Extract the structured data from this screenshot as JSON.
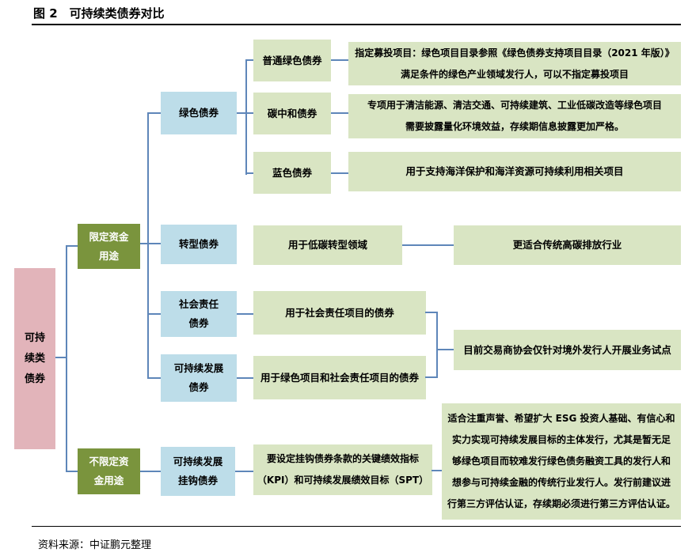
{
  "figure": {
    "title": "图 2　可持续类债券对比",
    "source": "资料来源：中证鹏元整理"
  },
  "colors": {
    "root_box": "#e2b4ba",
    "category_box": "#7a943d",
    "bond_type_box": "#bddde9",
    "detail_box": "#d9e5c3",
    "connector": "#5e86b9"
  },
  "nodes": {
    "root": "可持\n续类\n债券",
    "limited_use": "限定资金\n用途",
    "unlimited_use": "不限定资\n金用途",
    "green_bond": "绿色债券",
    "ordinary_green_bond": "普通绿色债券",
    "carbon_neutral_bond": "碳中和债券",
    "blue_bond": "蓝色债券",
    "transition_bond": "转型债券",
    "social_bond": "社会责任\n债券",
    "sustainability_bond": "可持续发展\n债券",
    "slb_bond": "可持续发展\n挂钩债券",
    "desc_ordinary_green": "指定募投项目：绿色项目目录参照《绿色债券支持项目目录（2021 年版）》\n满足条件的绿色产业领域发行人，可以不指定募投项目",
    "desc_carbon_neutral": "专项用于清洁能源、清洁交通、可持续建筑、工业低碳改造等绿色项目\n需要披露量化环境效益，存续期信息披露更加严格。",
    "desc_blue": "用于支持海洋保护和海洋资源可持续利用相关项目",
    "desc_transition": "用于低碳转型领域",
    "desc_transition_more": "更适合传统高碳排放行业",
    "desc_social": "用于社会责任项目的债券",
    "desc_sustainability": "用于绿色项目和社会责任项目的债券",
    "desc_pilot": "目前交易商协会仅针对境外发行人开展业务试点",
    "desc_slb": "要设定挂钩债券条款的关键绩效指标\n（KPI）和可持续发展绩效目标（SPT）",
    "desc_slb_suit": "适合注重声誉、希望扩大 ESG 投资人基础、有信心和\n实力实现可持续发展目标的主体发行，尤其是暂无足\n够绿色项目而较难发行绿色债务融资工具的发行人和\n想参与可持续金融的传统行业发行人。发行前建议进\n行第三方评估认证，存续期必须进行第三方评估认证。"
  }
}
